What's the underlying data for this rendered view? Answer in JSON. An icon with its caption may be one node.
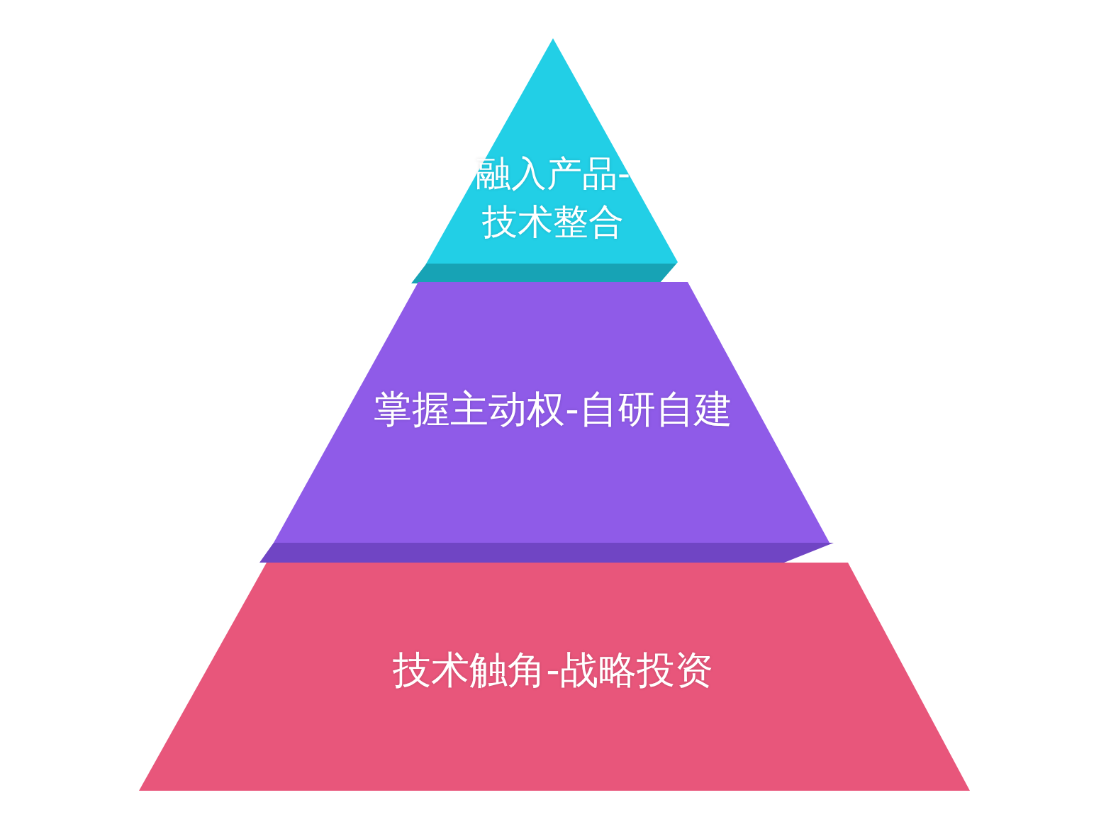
{
  "diagram": {
    "nodes": [
      {
        "text": [
          "融入产品-技术整合"
        ]
      },
      {
        "text": [
          "掌握主动权-自研自建"
        ]
      },
      {
        "text": [
          "技术触角-战略投资"
        ]
      }
    ]
  }
}
